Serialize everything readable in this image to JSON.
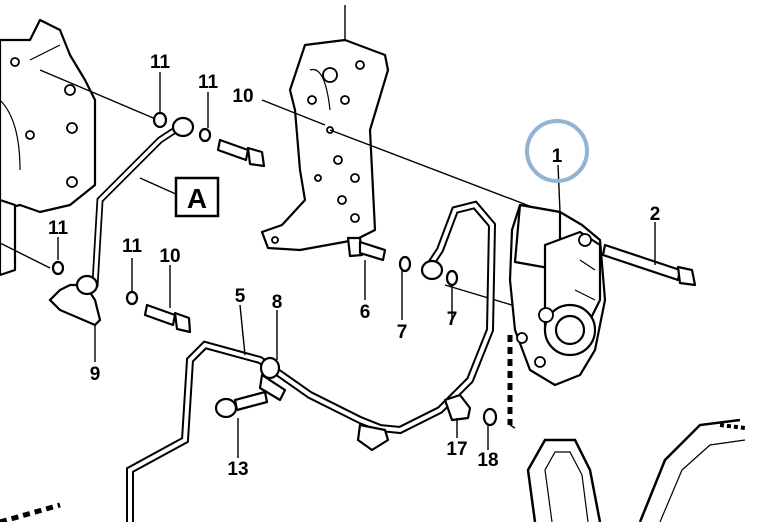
{
  "diagram": {
    "callouts": [
      {
        "id": "c1",
        "text": "1"
      },
      {
        "id": "c2",
        "text": "2"
      },
      {
        "id": "c5",
        "text": "5"
      },
      {
        "id": "c6",
        "text": "6"
      },
      {
        "id": "c7a",
        "text": "7"
      },
      {
        "id": "c7b",
        "text": "7"
      },
      {
        "id": "c8",
        "text": "8"
      },
      {
        "id": "c9",
        "text": "9"
      },
      {
        "id": "c10a",
        "text": "10"
      },
      {
        "id": "c10b",
        "text": "10"
      },
      {
        "id": "c11a",
        "text": "11"
      },
      {
        "id": "c11b",
        "text": "11"
      },
      {
        "id": "c11c",
        "text": "11"
      },
      {
        "id": "c11d",
        "text": "11"
      },
      {
        "id": "c13",
        "text": "13"
      },
      {
        "id": "c17",
        "text": "17"
      },
      {
        "id": "c18",
        "text": "18"
      }
    ],
    "view_label": "A",
    "highlight_color": "#8fb4d8",
    "line_color": "#000000"
  }
}
